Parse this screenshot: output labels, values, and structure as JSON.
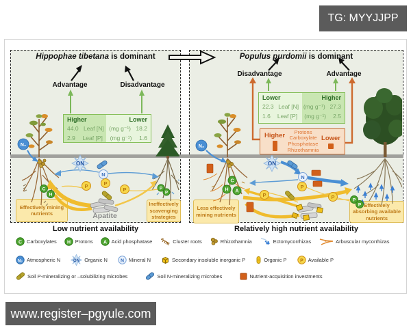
{
  "watermarks": {
    "top_right": "TG: MYYJJPP",
    "bottom_left": "www.register–pgyule.com"
  },
  "badges": {
    "n2": "N₂",
    "on": "ON",
    "n": "N",
    "p": "P",
    "c": "C",
    "h": "H",
    "a": "A"
  },
  "left_panel": {
    "title_species": "Hippophae tibetana",
    "title_rest": " is dominant",
    "advantage": "Advantage",
    "disadvantage": "Disadvantage",
    "table": {
      "header_left": "Higher",
      "header_right": "Lower",
      "rows": [
        {
          "left": "44.0",
          "label": "Leaf [N]",
          "unit": "(mg g⁻¹)",
          "right": "18.2"
        },
        {
          "left": "2.9",
          "label": "Leaf [P]",
          "unit": "(mg g⁻¹)",
          "right": "1.6"
        }
      ]
    },
    "apatite_label": "Apatite",
    "box_left": "Effectively mining nutrients",
    "box_right": "Ineffectively scavenging strategies",
    "caption": "Low nutrient availability"
  },
  "right_panel": {
    "title_species": "Populus purdomii",
    "title_rest": " is dominant",
    "disadvantage": "Disadvantage",
    "advantage": "Advantage",
    "table": {
      "header_left": "Lower",
      "header_right": "Higher",
      "rows": [
        {
          "left": "22.3",
          "label": "Leaf [N]",
          "unit": "(mg g⁻¹)",
          "right": "27.3"
        },
        {
          "left": "1.6",
          "label": "Leaf [P]",
          "unit": "(mg g⁻¹)",
          "right": "2.5"
        }
      ]
    },
    "invest_box": {
      "higher": "Higher",
      "lower": "Lower",
      "items": [
        "Protons",
        "Carboxylate",
        "Phosphatase",
        "Rhizothamnia"
      ]
    },
    "box_left": "Less effectively mining nutrients",
    "box_right": "Effectively absorbing available nutrients",
    "caption": "Relatively high nutrient availability"
  },
  "legend": {
    "rows": [
      [
        {
          "icon": "c-badge",
          "label": "Carboxylates"
        },
        {
          "icon": "h-badge",
          "label": "Protons"
        },
        {
          "icon": "a-badge",
          "label": "Acid phosphatase"
        },
        {
          "icon": "cluster-roots",
          "label": "Cluster roots"
        },
        {
          "icon": "rhizothamnia",
          "label": "Rhizothamnia"
        },
        {
          "icon": "ectomycorrhizas",
          "label": "Ectomycorrhizas"
        },
        {
          "icon": "arbuscular",
          "label": "Arbuscular mycorrhizas"
        }
      ],
      [
        {
          "icon": "n2-badge",
          "label": "Atmospheric N"
        },
        {
          "icon": "on-star",
          "label": "Organic N"
        },
        {
          "icon": "n-badge",
          "label": "Mineral N"
        },
        {
          "icon": "cube",
          "label": "Secondary insoluble inorganic P"
        },
        {
          "icon": "capsule-upright",
          "label": "Organic P"
        },
        {
          "icon": "p-badge",
          "label": "Available P"
        }
      ],
      [
        {
          "icon": "capsule-olive",
          "label": "Soil P-mineralizing or –solubilizing microbes"
        },
        {
          "icon": "capsule-blue",
          "label": "Soil N-mineralizing microbes"
        },
        {
          "icon": "orange-square",
          "label": "Nutrient-acquisition investments"
        }
      ]
    ]
  }
}
